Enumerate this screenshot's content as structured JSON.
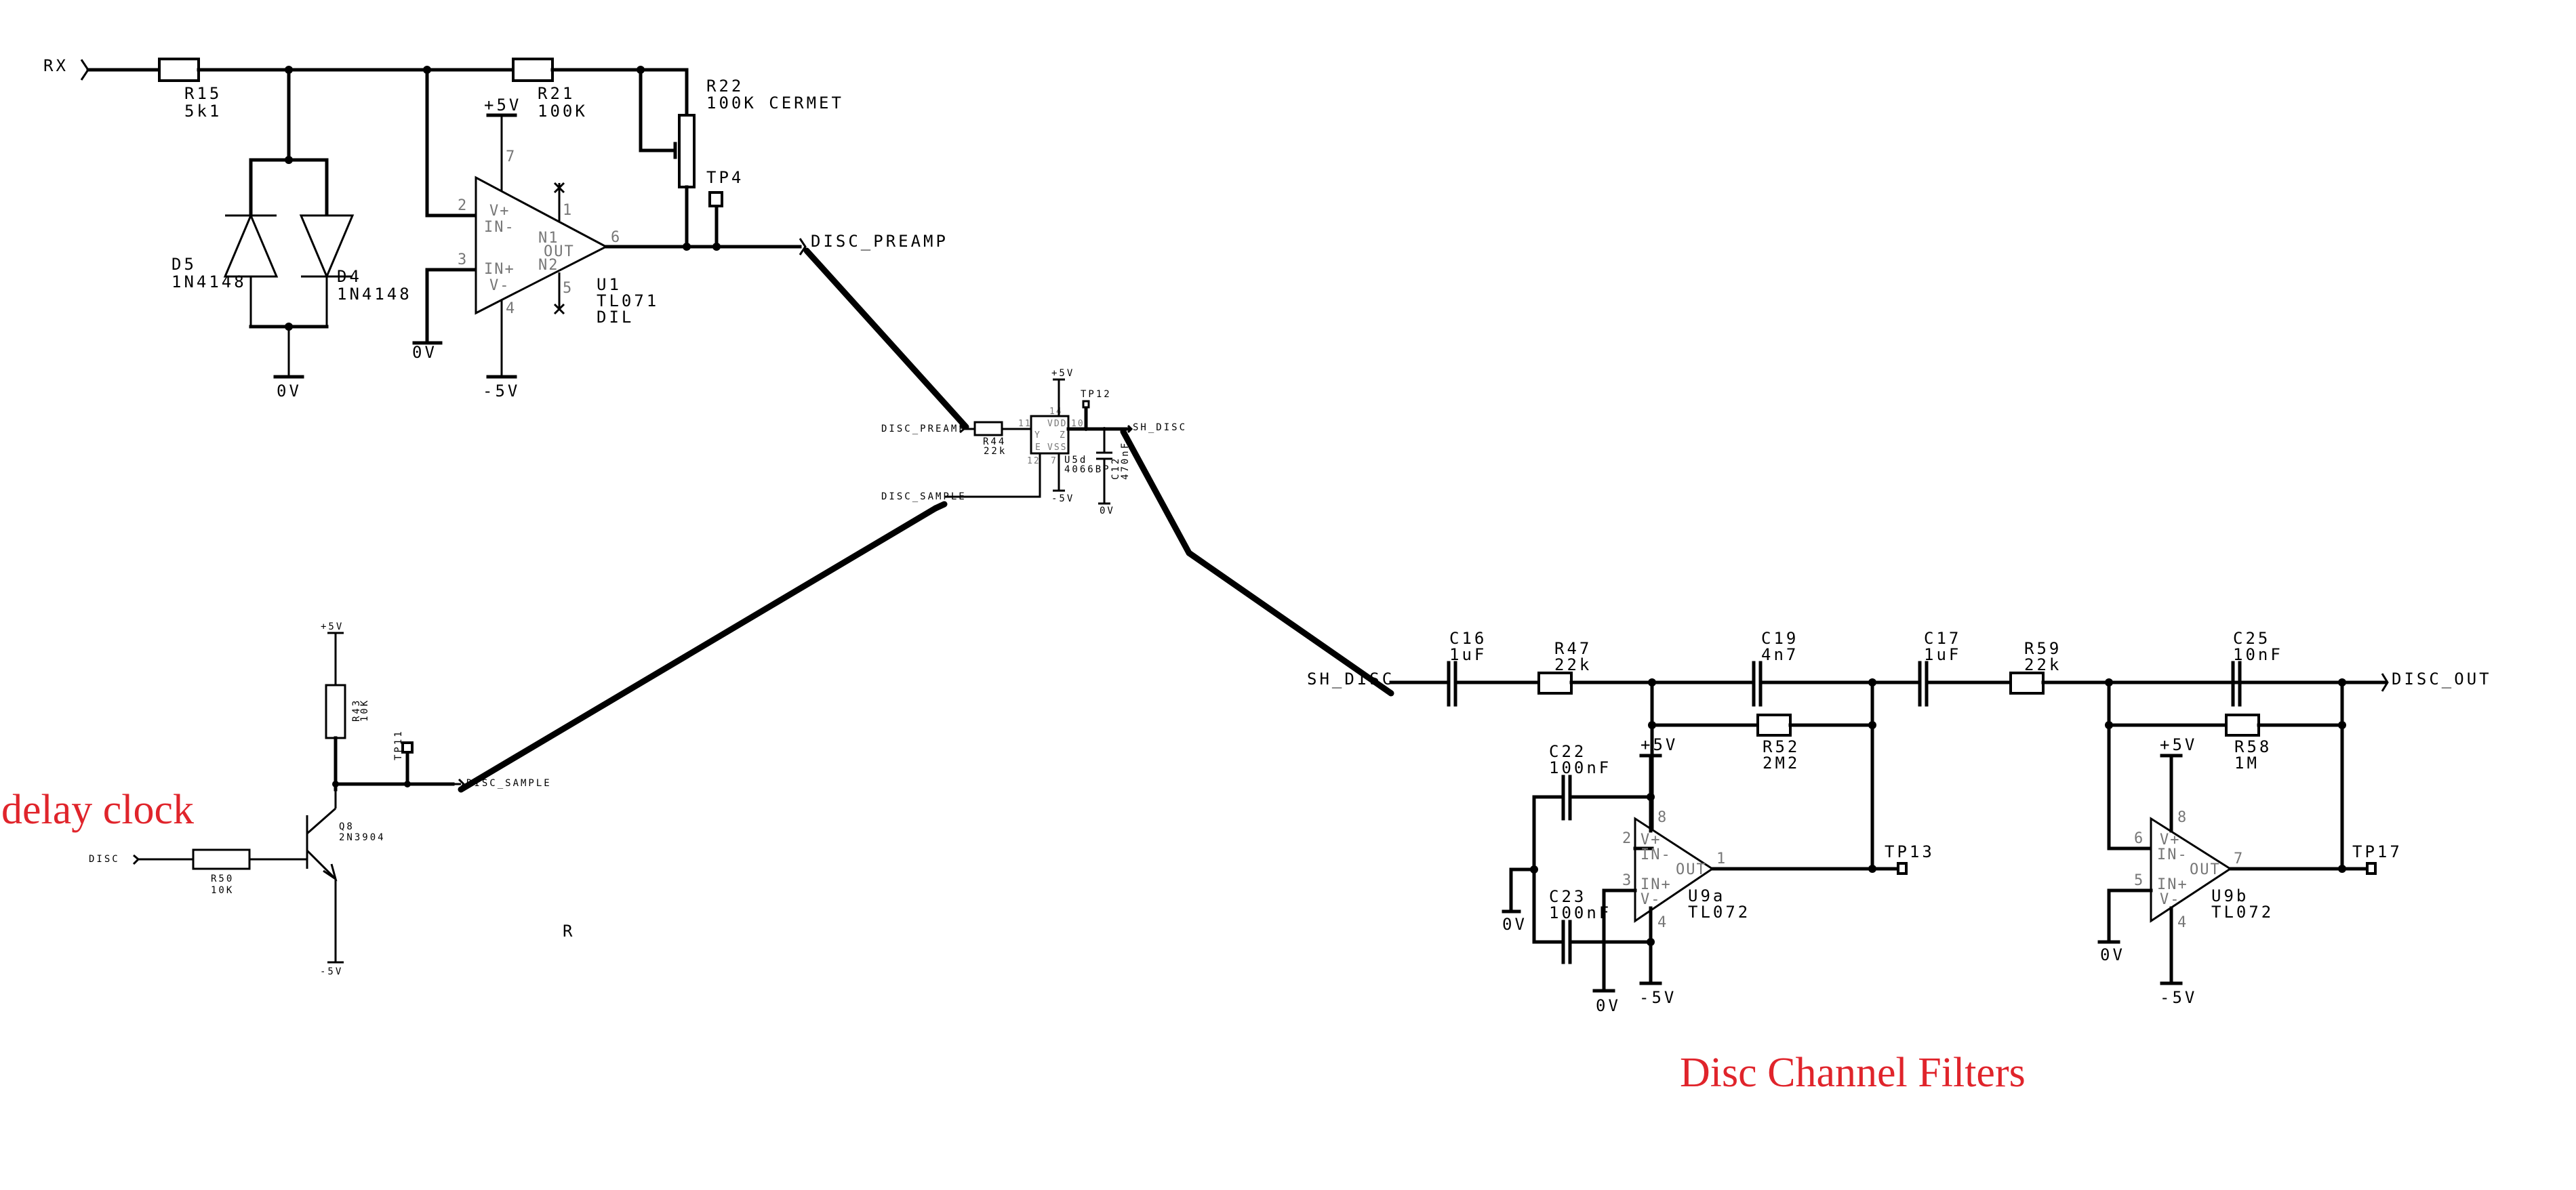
{
  "annotations": {
    "delay_clock": "delay clock",
    "disc_channel_filters": "Disc Channel Filters",
    "stray_letter": "R",
    "color": "#e0242b"
  },
  "nets": {
    "rx": "RX",
    "disc_preamp": "DISC_PREAMP",
    "disc_sample": "DISC_SAMPLE",
    "sh_disc": "SH_DISC",
    "disc": "DISC",
    "disc_out": "DISC_OUT",
    "pos5": "+5V",
    "neg5": "-5V",
    "gnd": "0V"
  },
  "components": {
    "R15": {
      "ref": "R15",
      "value": "5k1"
    },
    "R21": {
      "ref": "R21",
      "value": "100K"
    },
    "R22": {
      "ref": "R22",
      "value": "100K CERMET"
    },
    "D5": {
      "ref": "D5",
      "value": "1N4148"
    },
    "D4": {
      "ref": "D4",
      "value": "1N4148"
    },
    "U1": {
      "ref": "U1",
      "value": "TL071",
      "package": "DIL",
      "pins": {
        "vp": "7",
        "inm": "2",
        "inp": "3",
        "vm": "4",
        "out": "6",
        "n1": "1",
        "n2": "5"
      },
      "labels": {
        "vp": "V+",
        "inm": "IN-",
        "inp": "IN+",
        "vm": "V-",
        "out": "OUT",
        "n1": "N1",
        "n2": "N2"
      }
    },
    "TP4": {
      "ref": "TP4"
    },
    "R44": {
      "ref": "R44",
      "value": "22k"
    },
    "U5d": {
      "ref": "U5d",
      "value": "4066BP",
      "pins": {
        "y": "11",
        "z": "10",
        "e": "12",
        "vdd": "14",
        "vss": "7"
      },
      "labels": {
        "y": "Y",
        "z": "Z",
        "e": "E",
        "vdd": "VDD",
        "vss": "VSS"
      }
    },
    "TP12": {
      "ref": "TP12"
    },
    "C12": {
      "ref": "C12",
      "value": "470nF"
    },
    "R43": {
      "ref": "R43",
      "value": "10K"
    },
    "TP11": {
      "ref": "TP11"
    },
    "R50": {
      "ref": "R50",
      "value": "10K"
    },
    "Q8": {
      "ref": "Q8",
      "value": "2N3904"
    },
    "C16": {
      "ref": "C16",
      "value": "1uF"
    },
    "R47": {
      "ref": "R47",
      "value": "22k"
    },
    "C19": {
      "ref": "C19",
      "value": "4n7"
    },
    "R52": {
      "ref": "R52",
      "value": "2M2"
    },
    "C22": {
      "ref": "C22",
      "value": "100nF"
    },
    "C23": {
      "ref": "C23",
      "value": "100nF"
    },
    "U9a": {
      "ref": "U9a",
      "value": "TL072",
      "pins": {
        "vp": "8",
        "inm": "2",
        "inp": "3",
        "vm": "4",
        "out": "1"
      }
    },
    "TP13": {
      "ref": "TP13"
    },
    "C17": {
      "ref": "C17",
      "value": "1uF"
    },
    "R59": {
      "ref": "R59",
      "value": "22k"
    },
    "C25": {
      "ref": "C25",
      "value": "10nF"
    },
    "R58": {
      "ref": "R58",
      "value": "1M"
    },
    "U9b": {
      "ref": "U9b",
      "value": "TL072",
      "pins": {
        "vp": "8",
        "inm": "6",
        "inp": "5",
        "vm": "4",
        "out": "7"
      }
    },
    "TP17": {
      "ref": "TP17"
    }
  }
}
